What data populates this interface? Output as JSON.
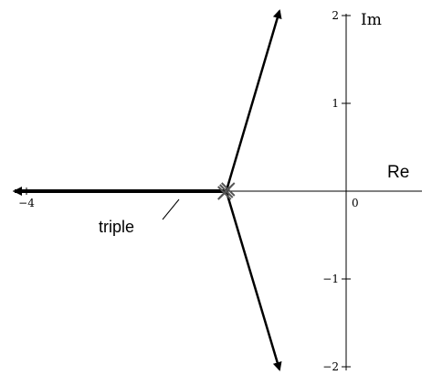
{
  "axes": {
    "real_label": "Re",
    "imag_label": "Im",
    "x_ticks": [
      {
        "value": -4,
        "label": "−4"
      },
      {
        "value": 0,
        "label": "0"
      }
    ],
    "y_ticks": [
      {
        "value": 2,
        "label": "2"
      },
      {
        "value": 1,
        "label": "1"
      },
      {
        "value": -1,
        "label": "−1"
      },
      {
        "value": -2,
        "label": "−2"
      }
    ]
  },
  "poles": [
    {
      "re": -1.5,
      "im": 0,
      "multiplicity": 3
    }
  ],
  "annotation": {
    "text": "triple"
  },
  "colors": {
    "line": "#000000",
    "pole": "#555555",
    "background": "#ffffff"
  }
}
